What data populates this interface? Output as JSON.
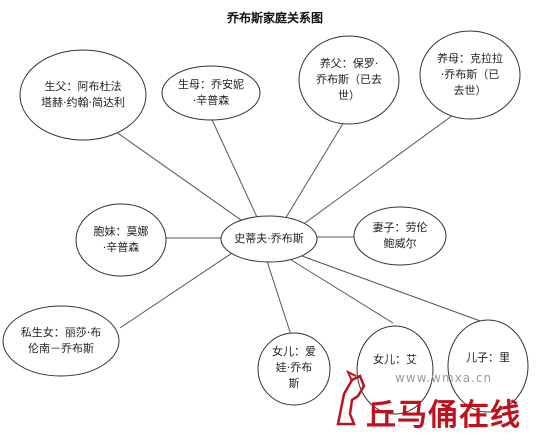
{
  "title": "乔布斯家庭关系图",
  "center": "史蒂夫·乔布斯",
  "relatives": {
    "biological_father": "生父：阿布杜法塔赫·约翰·简达利",
    "biological_mother": "生母：乔安妮·辛普森",
    "adoptive_father": "养父：保罗·乔布斯（已去世）",
    "adoptive_mother": "养母：克拉拉·乔布斯（已去世）",
    "sister": "胞妹：莫娜·辛普森",
    "wife": "妻子：劳伦鲍威尔",
    "illegitimate_daughter": "私生女：丽莎·布伦南－乔布斯",
    "daughter_eve": "女儿：爱娃·乔布斯",
    "daughter_erin": "女儿：艾",
    "son_reed": "儿子：里"
  },
  "watermark": {
    "url": "www.wmxa.cn",
    "brand": "丘马俑在线"
  },
  "colors": {
    "line": "#555555",
    "ellipse_stroke": "#333333",
    "watermark_red": "#c0121c"
  }
}
